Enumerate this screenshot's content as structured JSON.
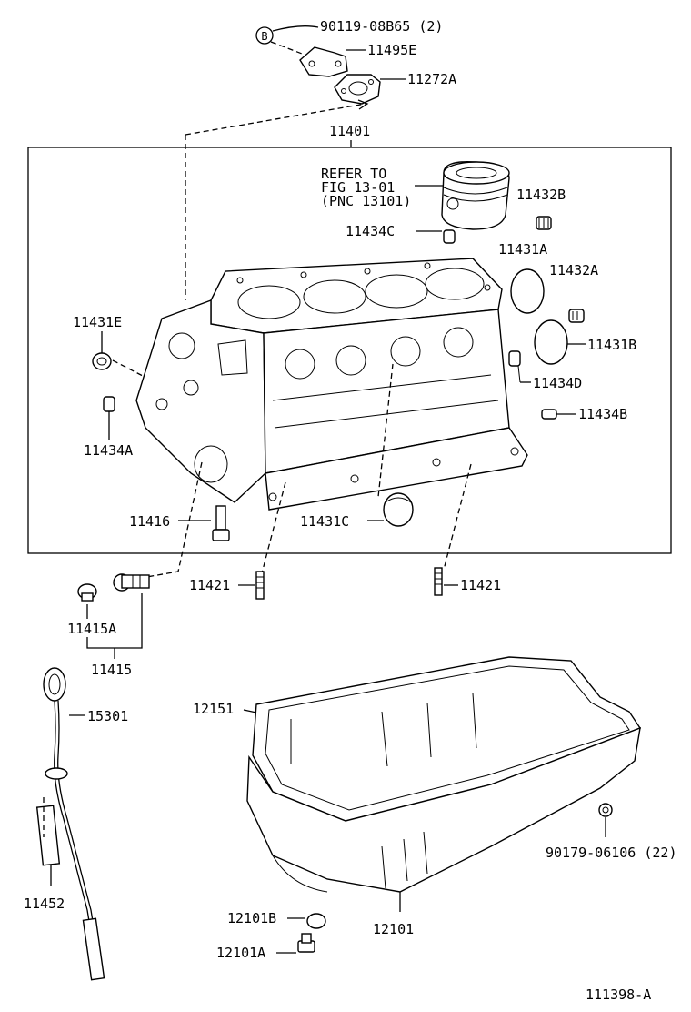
{
  "diagram": {
    "callouts": {
      "bolt_b": "90119-08B65 (2)",
      "plate": "11495E",
      "gasket": "11272A",
      "block": "11401",
      "refer_line1": "REFER TO",
      "refer_line2": "FIG 13-01",
      "refer_line3": "(PNC 13101)",
      "plug_432b": "11432B",
      "pin_434c": "11434C",
      "plug_431a": "11431A",
      "plug_432a": "11432A",
      "plug_431e": "11431E",
      "plug_431b": "11431B",
      "pin_434d": "11434D",
      "pin_434b": "11434B",
      "pin_434a": "11434A",
      "bolt_416": "11416",
      "plug_431c": "11431C",
      "pin_421_left": "11421",
      "pin_421_right": "11421",
      "bolt_415a": "11415A",
      "bolt_415": "11415",
      "dipstick": "15301",
      "gasket_pan": "12151",
      "nut": "90179-06106 (22)",
      "guide": "11452",
      "drain_gasket": "12101B",
      "oil_pan": "12101",
      "drain_plug": "12101A",
      "b_marker": "B"
    },
    "figure_id": "111398-A"
  }
}
